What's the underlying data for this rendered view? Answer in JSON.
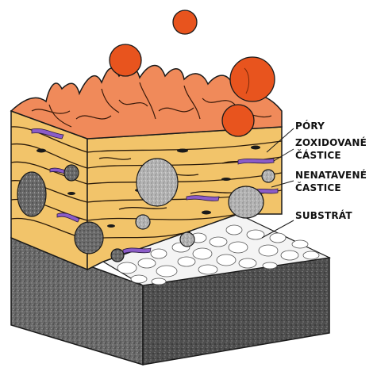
{
  "labels": {
    "pores": "PÓRY",
    "oxidized_line1": "ZOXIDOVANÉ",
    "oxidized_line2": "ČÁSTICE",
    "unmelted_line1": "NENATAVENÉ",
    "unmelted_line2": "ČASTICE",
    "substrate": "SUBSTRÁT"
  },
  "colors": {
    "molten_droplet": "#e8541e",
    "splat_top": "#f08a5a",
    "splat_layer": "#f2c46a",
    "oxide": "#8b5cc8",
    "unmelted_particle": "#b8b8b8",
    "substrate_face": "#6e6e6e",
    "grit_top": "#f2f2f2",
    "outline": "#1a1a1a"
  }
}
